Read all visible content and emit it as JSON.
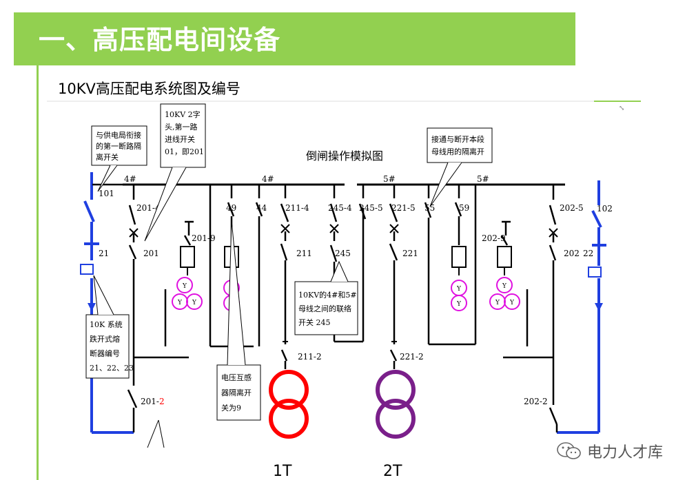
{
  "title": "一、高压配电间设备",
  "subtitle": "10KV高压配电系统图及编号",
  "diagram": {
    "heading": "倒闸操作模拟图",
    "bus_labels": [
      "4#",
      "4#",
      "5#",
      "5#"
    ],
    "device_labels": {
      "d101": "101",
      "d21": "21",
      "d201_4": "201-4",
      "d201": "201",
      "d201_9": "201-9",
      "d201_2_prefix": "201-",
      "d201_2_suffix": "2",
      "d49": "49",
      "d44": "44",
      "d211_4": "211-4",
      "d211": "211",
      "d211_2": "211-2",
      "d245_4": "245-4",
      "d245": "245",
      "d245_5": "245-5",
      "d221_5": "221-5",
      "d221": "221",
      "d221_2": "221-2",
      "d55": "55",
      "d59": "59",
      "d202_9": "202-9",
      "d202_5": "202-5",
      "d202": "202",
      "d202_2": "202-2",
      "d22": "22",
      "d102": "102",
      "pt_y": "Y"
    },
    "callouts": {
      "supply": [
        "与供电局衔接",
        "的第一断路隔",
        "离开关"
      ],
      "incoming": [
        "10KV 2字",
        "头,第一路",
        "进线开关",
        "01，即201"
      ],
      "bus_section": [
        "接通与断开本段",
        "母线用的隔离开"
      ],
      "tie": [
        "10KV的4#和5#",
        "母线之间的联络",
        "开关 245"
      ],
      "fuse": [
        "10K  系统",
        "跌开式熔",
        "断器编号",
        "21、22、23"
      ],
      "pt": [
        "电压互感",
        "器隔离开",
        "关为9"
      ]
    },
    "transformers": [
      "1T",
      "2T"
    ]
  },
  "watermark": "电力人才库",
  "colors": {
    "banner": "#92d050",
    "feed_line": "#1f3fe0",
    "pt_coil": "#e010e0",
    "transformer_1t": "#ff0000",
    "transformer_2t": "#7a1f8a"
  }
}
